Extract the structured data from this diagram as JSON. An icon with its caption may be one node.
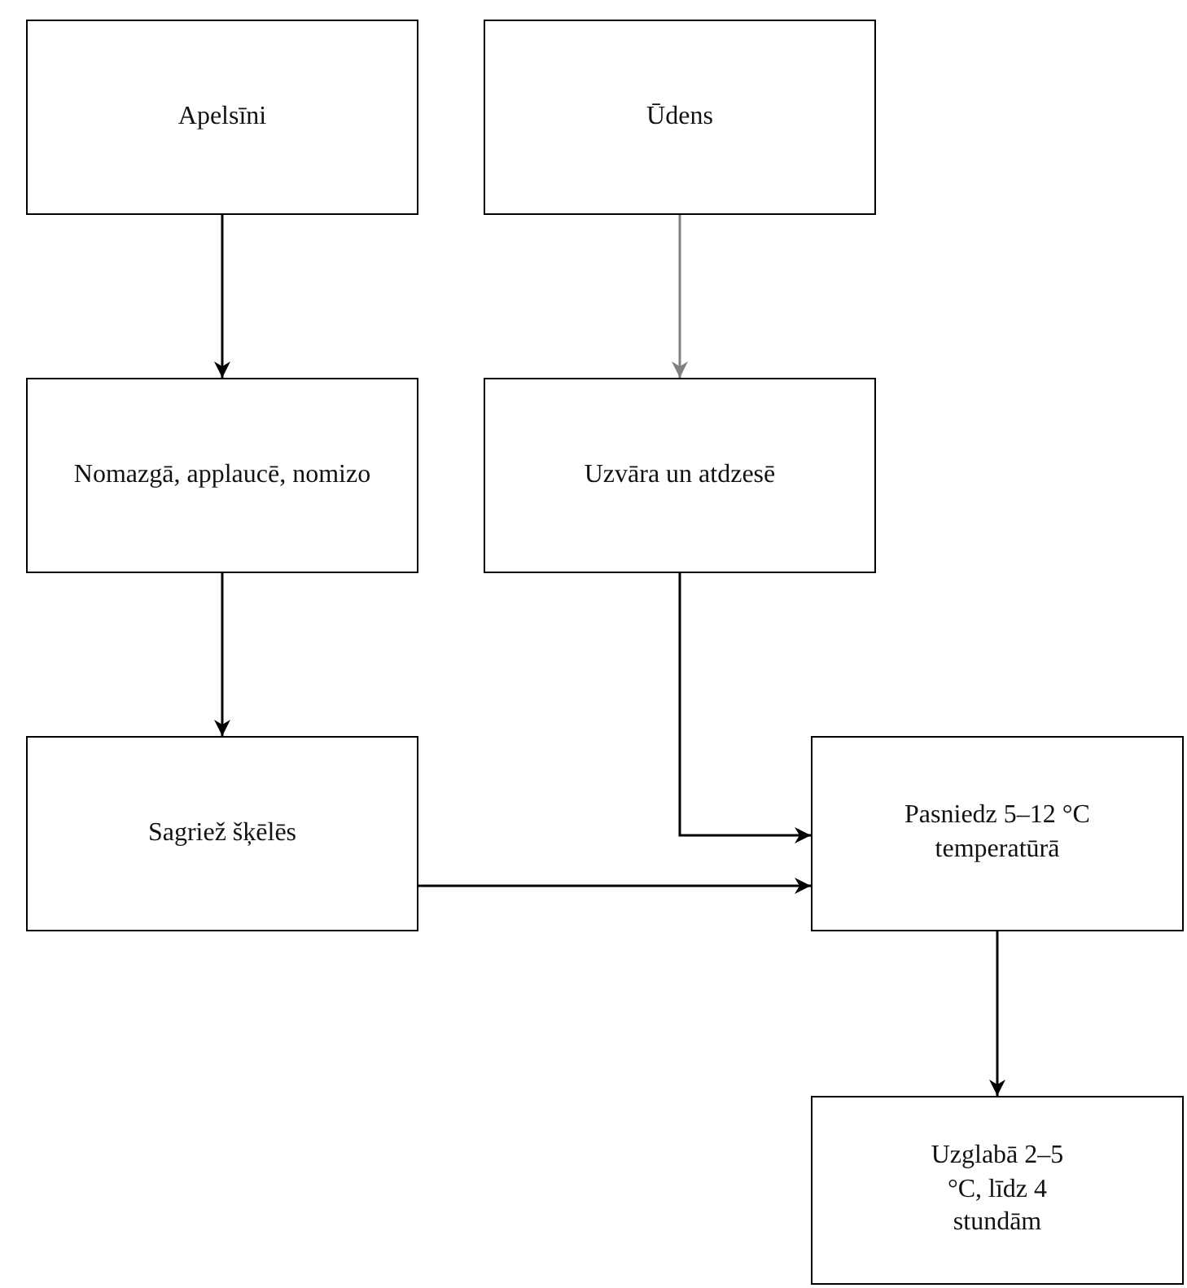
{
  "diagram": {
    "nodes": [
      {
        "text": [
          "Apelsīni"
        ]
      },
      {
        "text": [
          "Ūdens"
        ]
      },
      {
        "text": [
          "Nomazgā, applaucē, nomizo"
        ]
      },
      {
        "text": [
          "Uzvāra un atdzesē"
        ]
      },
      {
        "text": [
          "Sagriež šķēlēs"
        ]
      },
      {
        "text": [
          "Pasniedz 5–12 °C temperatūrā"
        ]
      },
      {
        "text": [
          "Uzglabā 2–5 °C, līdz 4 stundām"
        ]
      }
    ],
    "edges": [
      {
        "from": 0,
        "to": 2,
        "arrow": "to"
      },
      {
        "from": 1,
        "to": 3,
        "arrow": "to",
        "color": "#808080"
      },
      {
        "from": 2,
        "to": 4,
        "arrow": "to"
      },
      {
        "from": 3,
        "to": 5,
        "arrow": "to"
      },
      {
        "from": 4,
        "to": 5,
        "arrow": "to"
      },
      {
        "from": 5,
        "to": 6,
        "arrow": "to"
      }
    ]
  }
}
